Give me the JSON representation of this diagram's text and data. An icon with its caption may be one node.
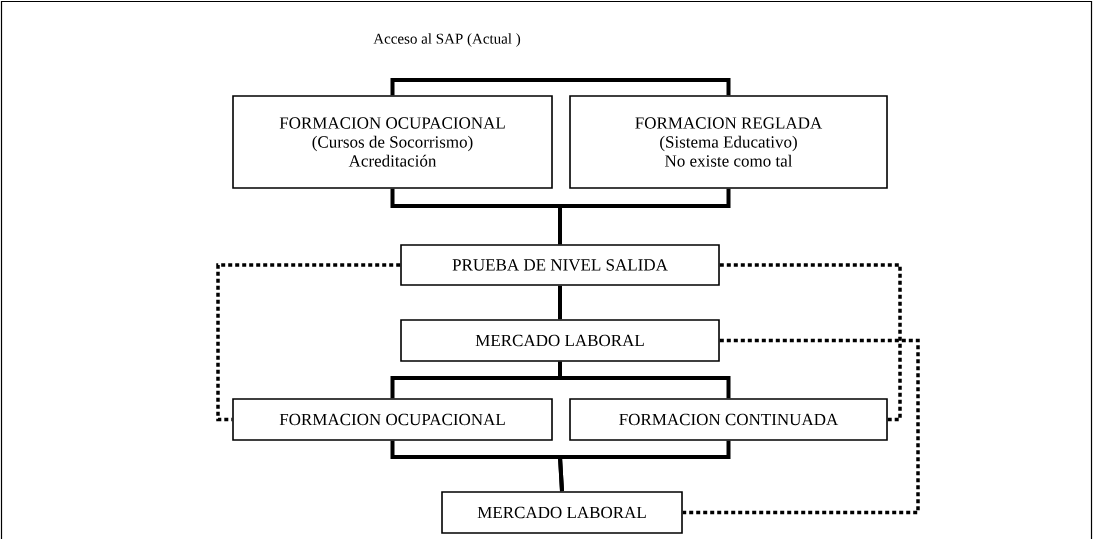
{
  "diagram": {
    "title": "Acceso al SAP (Actual )",
    "nodes": [
      {
        "text": [
          "FORMACION OCUPACIONAL",
          "(Cursos de Socorrismo)",
          "Acreditación"
        ]
      },
      {
        "text": [
          "FORMACION REGLADA",
          "(Sistema Educativo)",
          "No existe como tal"
        ]
      },
      {
        "text": [
          "PRUEBA DE NIVEL SALIDA"
        ]
      },
      {
        "text": [
          "MERCADO LABORAL"
        ]
      },
      {
        "text": [
          "FORMACION OCUPACIONAL"
        ]
      },
      {
        "text": [
          "FORMACION CONTINUADA"
        ]
      },
      {
        "text": [
          "MERCADO LABORAL"
        ]
      }
    ],
    "edges": [
      {
        "from": 0,
        "to": 1,
        "arrow": "none"
      },
      {
        "from": 0,
        "to": 2,
        "arrow": "none"
      },
      {
        "from": 1,
        "to": 2,
        "arrow": "none"
      },
      {
        "from": 2,
        "to": 3,
        "arrow": "none"
      },
      {
        "from": 3,
        "to": 4,
        "arrow": "none"
      },
      {
        "from": 3,
        "to": 5,
        "arrow": "none"
      },
      {
        "from": 4,
        "to": 6,
        "arrow": "none"
      },
      {
        "from": 5,
        "to": 6,
        "arrow": "none"
      },
      {
        "from": 2,
        "to": 4,
        "arrow": "none",
        "style": "dashed"
      },
      {
        "from": 2,
        "to": 5,
        "arrow": "none",
        "style": "dashed"
      },
      {
        "from": 3,
        "to": 6,
        "arrow": "none",
        "style": "dashed"
      }
    ]
  }
}
